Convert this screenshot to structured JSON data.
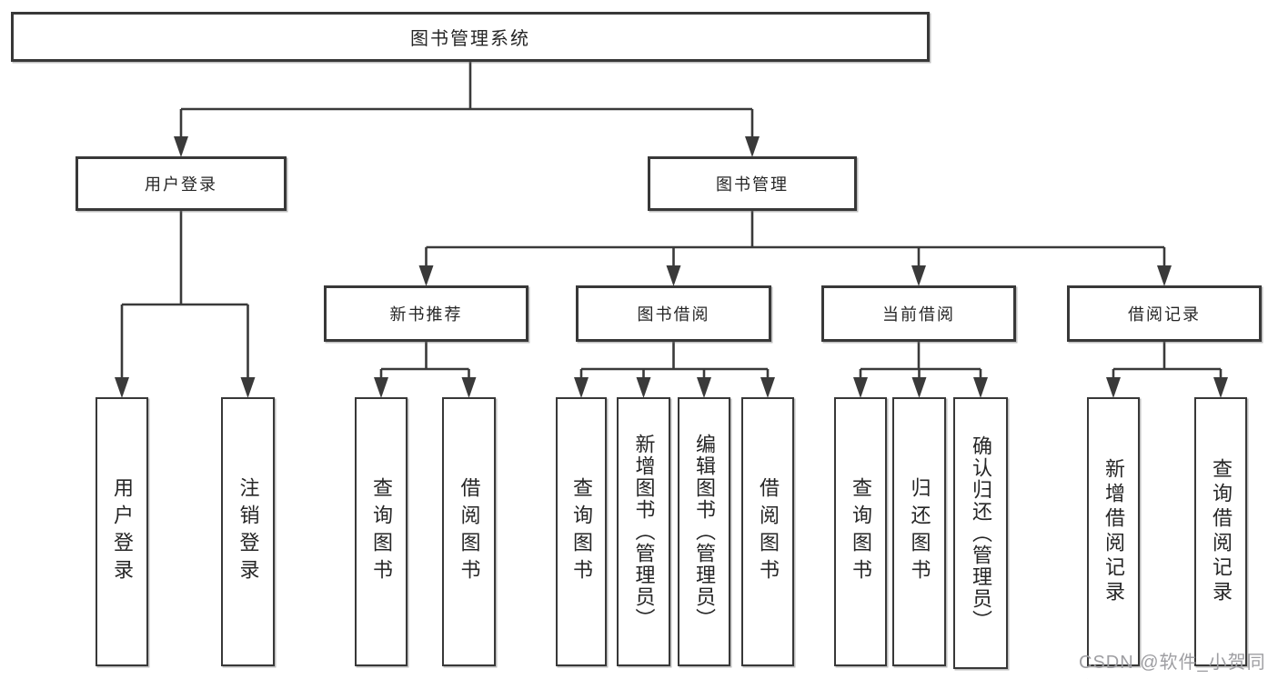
{
  "diagram": {
    "title": "图书管理系统",
    "type": "functional-structure-tree",
    "colors": {
      "line": "#3a3a3a",
      "border": "#383838",
      "text": "#262626",
      "watermark": "#9e9ea2",
      "background": "#ffffff"
    }
  },
  "nodes": {
    "root": {
      "label": "图书管理系统"
    },
    "user_login": {
      "label": "用户登录"
    },
    "book_management": {
      "label": "图书管理"
    },
    "new_book_recommend": {
      "label": "新书推荐"
    },
    "book_borrowing": {
      "label": "图书借阅"
    },
    "current_borrowing": {
      "label": "当前借阅"
    },
    "borrowing_records": {
      "label": "借阅记录"
    },
    "login": {
      "label": "用户登录"
    },
    "logout": {
      "label": "注销登录"
    },
    "nbr_query_books": {
      "label": "查询图书"
    },
    "nbr_borrow_books": {
      "label": "借阅图书"
    },
    "bb_query_books": {
      "label": "查询图书"
    },
    "bb_add_books": {
      "label": "新增图书（管理员）"
    },
    "bb_edit_books": {
      "label": "编辑图书（管理员）"
    },
    "bb_borrow_books": {
      "label": "借阅图书"
    },
    "cb_query_books": {
      "label": "查询图书"
    },
    "cb_return_books": {
      "label": "归还图书"
    },
    "cb_confirm_return": {
      "label": "确认归还（管理员）"
    },
    "br_add_record": {
      "label": "新增借阅记录"
    },
    "br_query_record": {
      "label": "查询借阅记录"
    }
  },
  "hierarchy": {
    "图书管理系统": {
      "用户登录": [
        "用户登录",
        "注销登录"
      ],
      "图书管理": {
        "新书推荐": [
          "查询图书",
          "借阅图书"
        ],
        "图书借阅": [
          "查询图书",
          "新增图书（管理员）",
          "编辑图书（管理员）",
          "借阅图书"
        ],
        "当前借阅": [
          "查询图书",
          "归还图书",
          "确认归还（管理员）"
        ],
        "借阅记录": [
          "新增借阅记录",
          "查询借阅记录"
        ]
      }
    }
  },
  "watermark": {
    "text": "CSDN @软件_小贺同学"
  }
}
